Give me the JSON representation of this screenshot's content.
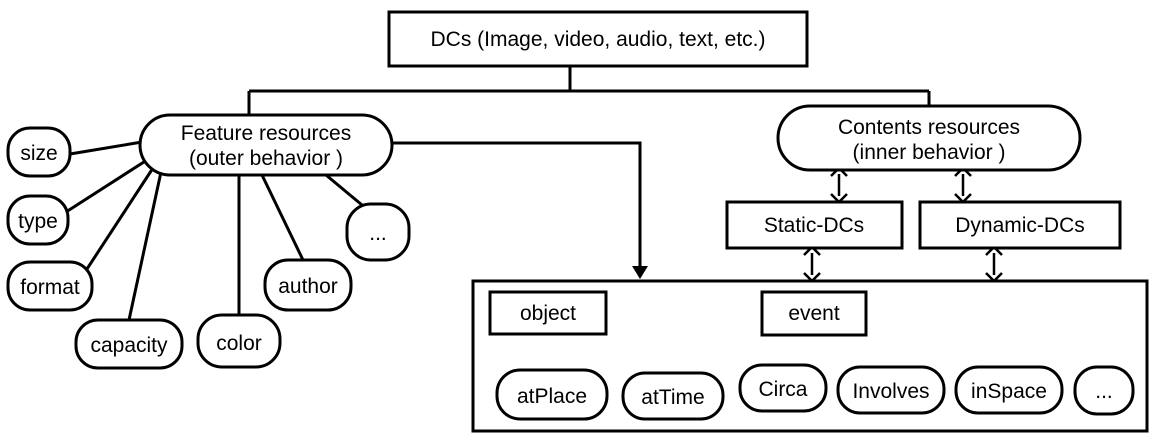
{
  "diagram": {
    "root": {
      "label": "DCs (Image, video, audio, text, etc.)"
    },
    "feature_resources": {
      "line1": "Feature resources",
      "line2": "(outer behavior )",
      "attributes": [
        "size",
        "type",
        "format",
        "capacity",
        "color",
        "author",
        "..."
      ]
    },
    "contents_resources": {
      "line1": "Contents resources",
      "line2": "(inner behavior )"
    },
    "static_dcs": {
      "label": "Static-DCs"
    },
    "dynamic_dcs": {
      "label": "Dynamic-DCs"
    },
    "object": {
      "label": "object"
    },
    "event": {
      "label": "event",
      "properties": [
        "atPlace",
        "atTime",
        "Circa",
        "Involves",
        "inSpace",
        "..."
      ]
    }
  }
}
